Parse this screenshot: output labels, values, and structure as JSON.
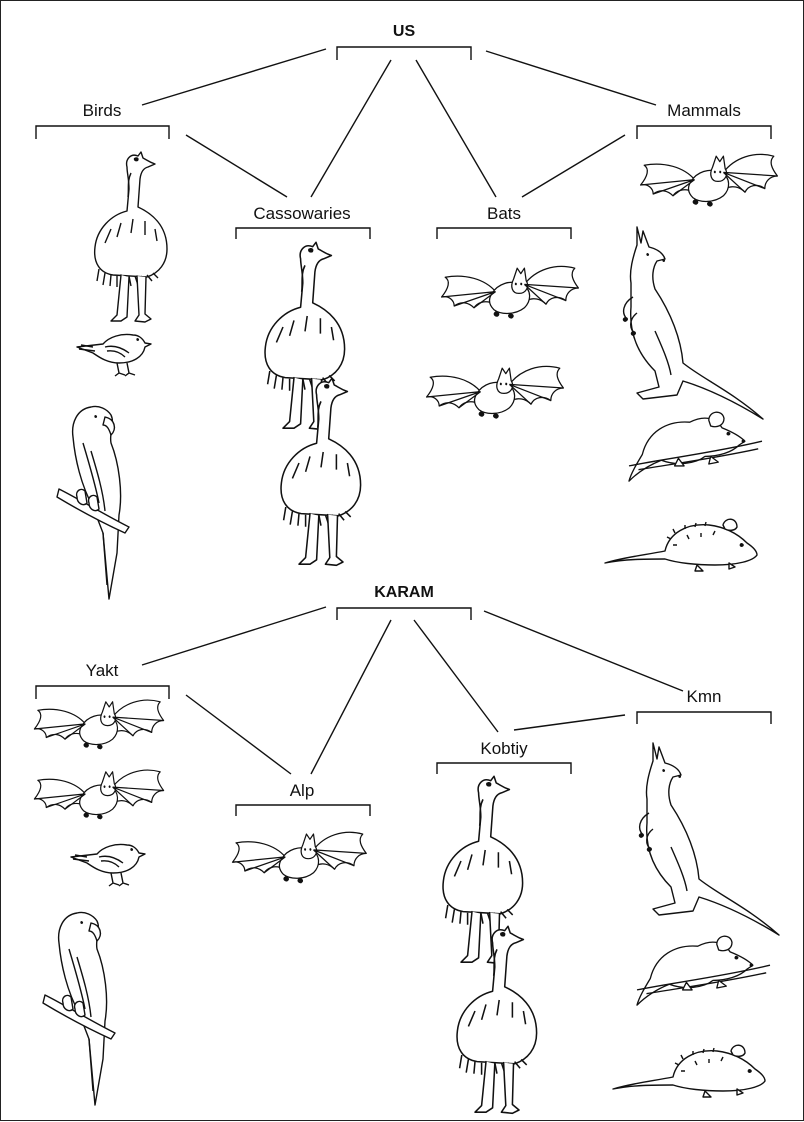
{
  "sections": [
    {
      "root": "US",
      "groups": [
        {
          "label": "Birds",
          "animals": [
            "cassowary-icon",
            "finch-icon",
            "parrot-icon"
          ]
        },
        {
          "label": "Cassowaries",
          "animals": [
            "cassowary-icon",
            "cassowary-icon"
          ]
        },
        {
          "label": "Bats",
          "animals": [
            "bat-icon",
            "bat-icon"
          ]
        },
        {
          "label": "Mammals",
          "animals": [
            "bat-icon",
            "kangaroo-icon",
            "rat-icon",
            "mouse-icon"
          ]
        }
      ]
    },
    {
      "root": "KARAM",
      "groups": [
        {
          "label": "Yakt",
          "animals": [
            "bat-icon",
            "bat-icon",
            "finch-icon",
            "parrot-icon"
          ]
        },
        {
          "label": "Alp",
          "animals": [
            "bat-icon"
          ]
        },
        {
          "label": "Kobtiy",
          "animals": [
            "cassowary-icon",
            "cassowary-icon"
          ]
        },
        {
          "label": "Kmn",
          "animals": [
            "kangaroo-icon",
            "rat-icon",
            "mouse-icon"
          ]
        }
      ]
    }
  ],
  "colors": {
    "ink": "#111111",
    "background": "#ffffff",
    "border": "#222222"
  }
}
